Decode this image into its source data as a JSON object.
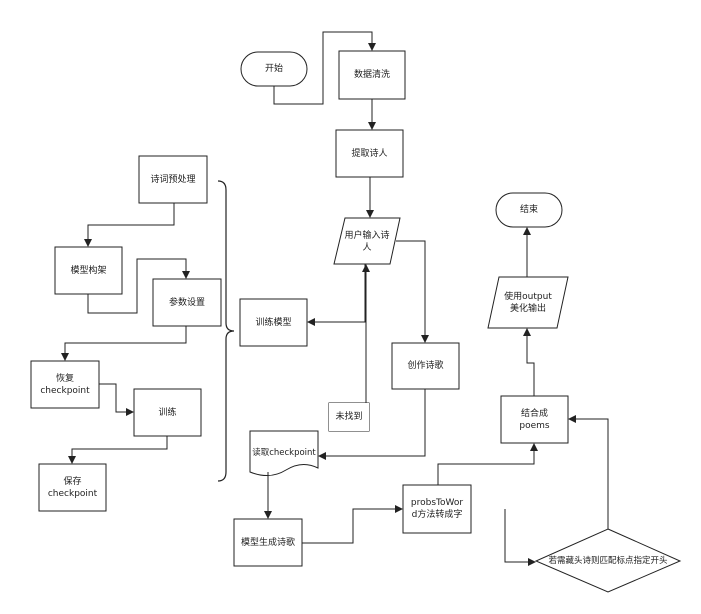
{
  "nodes": {
    "start": "开始",
    "data_clean": "数据清洗",
    "extract_poets": "提取诗人",
    "user_input": "用户输入诗\n人",
    "create_poem": "创作诗歌",
    "not_found": "未找到",
    "read_ckpt": "读取checkpoint",
    "model_generate": "模型生成诗歌",
    "probs_to_word": "probsToWor\nd方法转成字",
    "acrostic": "若需藏头诗则匹配标点指定开头",
    "combine": "结合成\npoems",
    "beautify": "使用output\n美化输出",
    "end": "结束",
    "train_model": "训练模型",
    "preprocess": "诗词预处理",
    "model_build": "模型构架",
    "param_set": "参数设置",
    "restore_ckpt": "恢复\ncheckpoint",
    "train": "训练",
    "save_ckpt": "保存\ncheckpoint"
  }
}
